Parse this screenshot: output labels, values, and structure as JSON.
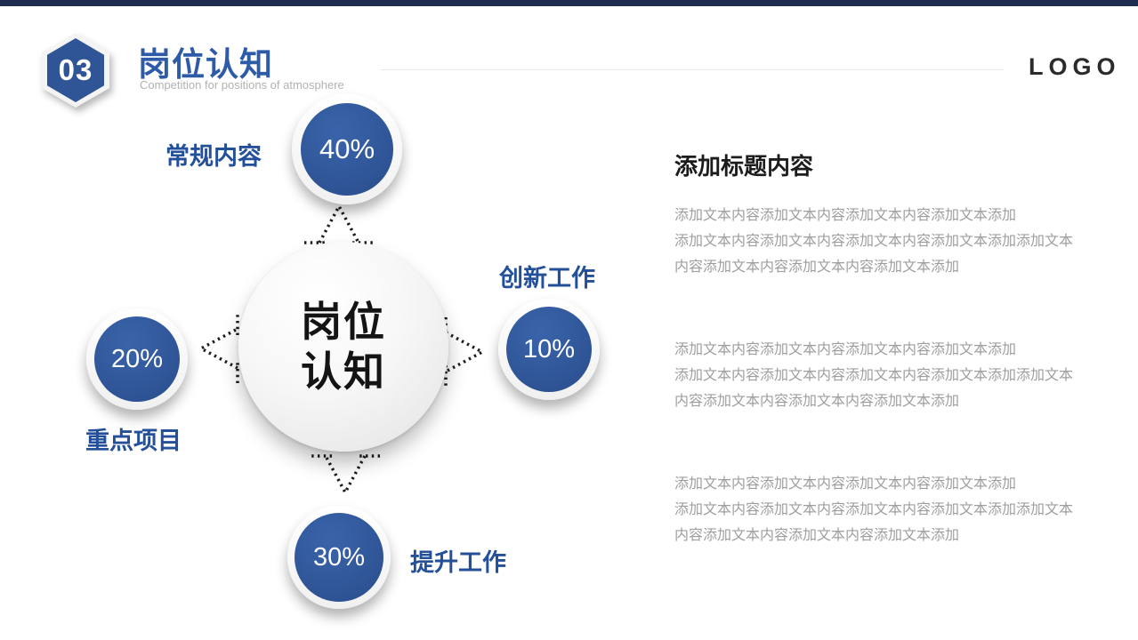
{
  "slide": {
    "header": {
      "section_number": "03",
      "title": "岗位认知",
      "subtitle": "Competition for positions of atmosphere",
      "logo": "LOGO"
    },
    "diagram": {
      "center": {
        "line1": "岗位",
        "line2": "认知"
      },
      "nodes": [
        {
          "position": "top",
          "value": "40%",
          "label": "常规内容"
        },
        {
          "position": "right",
          "value": "10%",
          "label": "创新工作"
        },
        {
          "position": "bottom",
          "value": "30%",
          "label": "提升工作"
        },
        {
          "position": "left",
          "value": "20%",
          "label": "重点项目"
        }
      ]
    },
    "content": {
      "heading": "添加标题内容",
      "paragraphs": [
        {
          "lines": [
            "添加文本内容添加文本内容添加文本内容添加文本添加",
            "添加文本内容添加文本内容添加文本内容添加文本添加添加文本",
            "内容添加文本内容添加文本内容添加文本添加"
          ]
        },
        {
          "lines": [
            "添加文本内容添加文本内容添加文本内容添加文本添加",
            "添加文本内容添加文本内容添加文本内容添加文本添加添加文本",
            "内容添加文本内容添加文本内容添加文本添加"
          ]
        },
        {
          "lines": [
            "添加文本内容添加文本内容添加文本内容添加文本添加",
            "添加文本内容添加文本内容添加文本内容添加文本添加添加文本",
            "内容添加文本内容添加文本内容添加文本添加"
          ]
        }
      ]
    }
  },
  "colors": {
    "accent_blue": "#2f5597",
    "title_blue": "#2e5ba8",
    "label_blue": "#24509a",
    "top_bar_navy": "#1e2c4f",
    "body_text_gray": "#9e9e9e",
    "heading_black": "#1c1c1c",
    "logo_dark": "#2b2b2b",
    "arrow_dot_black": "#1c1c1c"
  }
}
